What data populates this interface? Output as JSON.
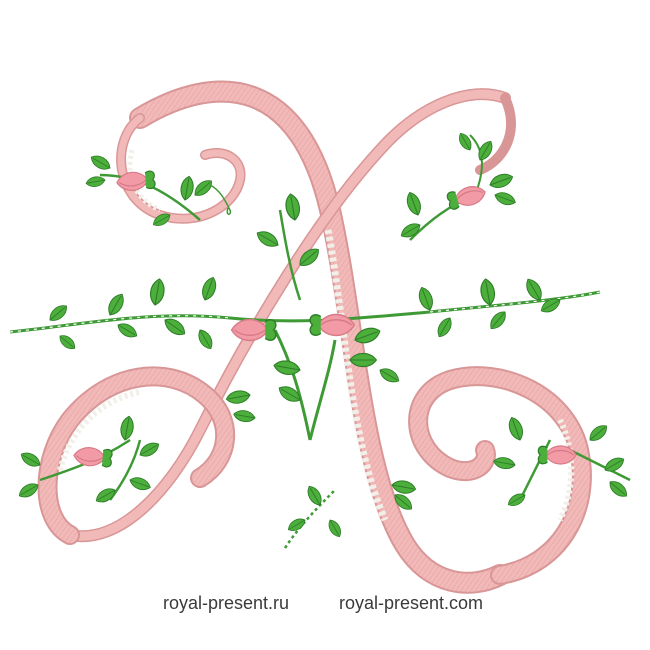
{
  "image": {
    "subject": "embroidered monogram letter",
    "letter": "X",
    "colors": {
      "thread_pink": "#f0b8b8",
      "thread_pink_dark": "#d99696",
      "bud_pink": "#f29aa5",
      "leaf_green": "#4caf3c",
      "leaf_green_dark": "#2e7d28",
      "satin_white": "#f2efe9",
      "background": "#ffffff"
    }
  },
  "footer": {
    "links": [
      {
        "label": "royal-present.ru"
      },
      {
        "label": "royal-present.com"
      }
    ]
  }
}
